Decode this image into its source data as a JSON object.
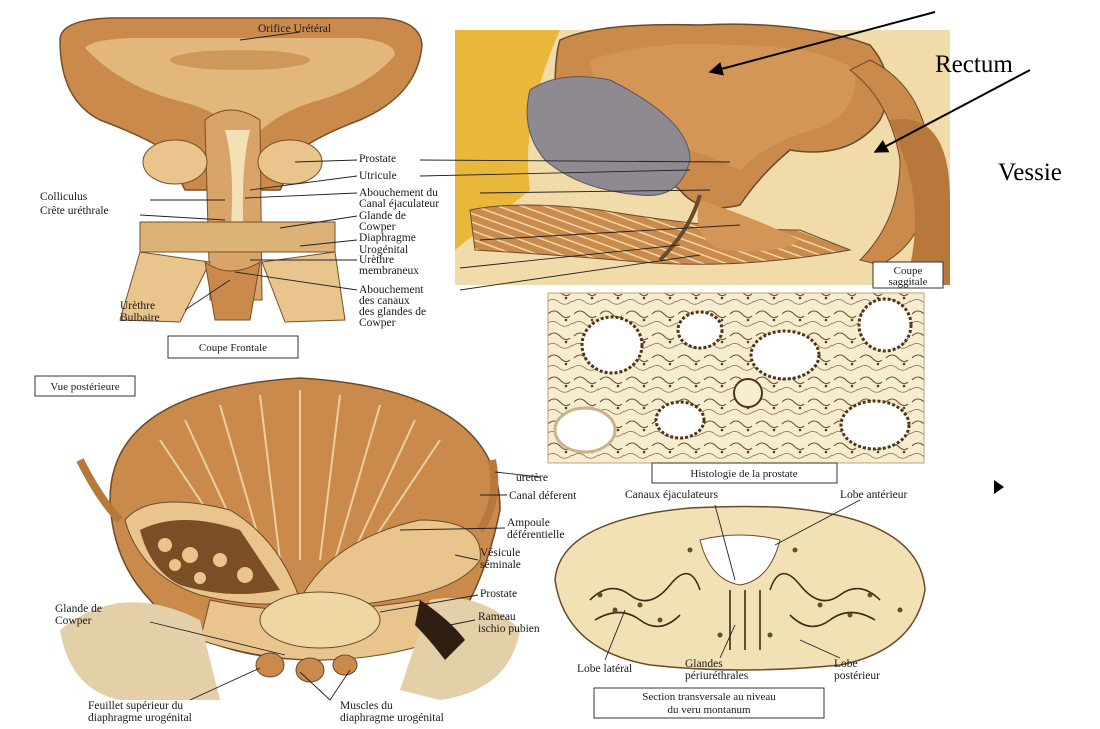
{
  "labels": {
    "orifice_ureteral": "Orifice Urétéral",
    "rectum": "Rectum",
    "vessie": "Vessie",
    "prostate_top": "Prostate",
    "utricule": "Utricule",
    "abouchement_du": "Abouchement du",
    "canal_ejaculateur": "Canal éjaculateur",
    "glande_de": "Glande de",
    "cowper_top": "Cowper",
    "diaphragme": "Diaphragme",
    "urogenital": "Urogénital",
    "colliculus": "Colliculus",
    "crete_urethrale": "Crête uréthrale",
    "urethre": "Urèthre",
    "membraneux": "membraneux",
    "abouchement": "Abouchement",
    "des_canaux": "des canaux",
    "des_glandes_de": "des glandes de",
    "cowper_bottom": "Cowper",
    "urethre_b": "Urèthre",
    "bulbaire": "Bulbaire",
    "coupe_frontale": "Coupe Frontale",
    "coupe": "Coupe",
    "saggitale": "saggitale",
    "vue_posterieure": "Vue postérieure",
    "histologie": "Histologie de la prostate",
    "uretere": "uretère",
    "canal_deferent": "Canal déferent",
    "ampoule": "Ampoule",
    "deferentielle": "déférentielle",
    "vesicule": "Vésicule",
    "seminale": "séminale",
    "prostate_bottom": "Prostate",
    "rameau": "Rameau",
    "ischio_pubien": "ischio pubien",
    "glande_de_cowper_1": "Glande de",
    "glande_de_cowper_2": "Cowper",
    "feuillet_1": "Feuillet supérieur du",
    "feuillet_2": "diaphragme urogénital",
    "muscles_1": "Muscles du",
    "muscles_2": "diaphragme urogénital",
    "canaux_ejac": "Canaux éjaculateurs",
    "lobe_anterieur": "Lobe antérieur",
    "lobe_lateral": "Lobe latéral",
    "glandes": "Glandes",
    "periurethrales": "périuréthrales",
    "lobe": "Lobe",
    "posterieur": "postérieur",
    "section_1": "Section transversale au niveau",
    "section_2": "du veru montanum"
  },
  "colors": {
    "tan": "#c98a4b",
    "light_tan": "#e9c58d",
    "cream": "#f3e1b6",
    "yellow": "#e9b73a",
    "gray": "#8f8a91",
    "dark": "#5a3a1e"
  }
}
